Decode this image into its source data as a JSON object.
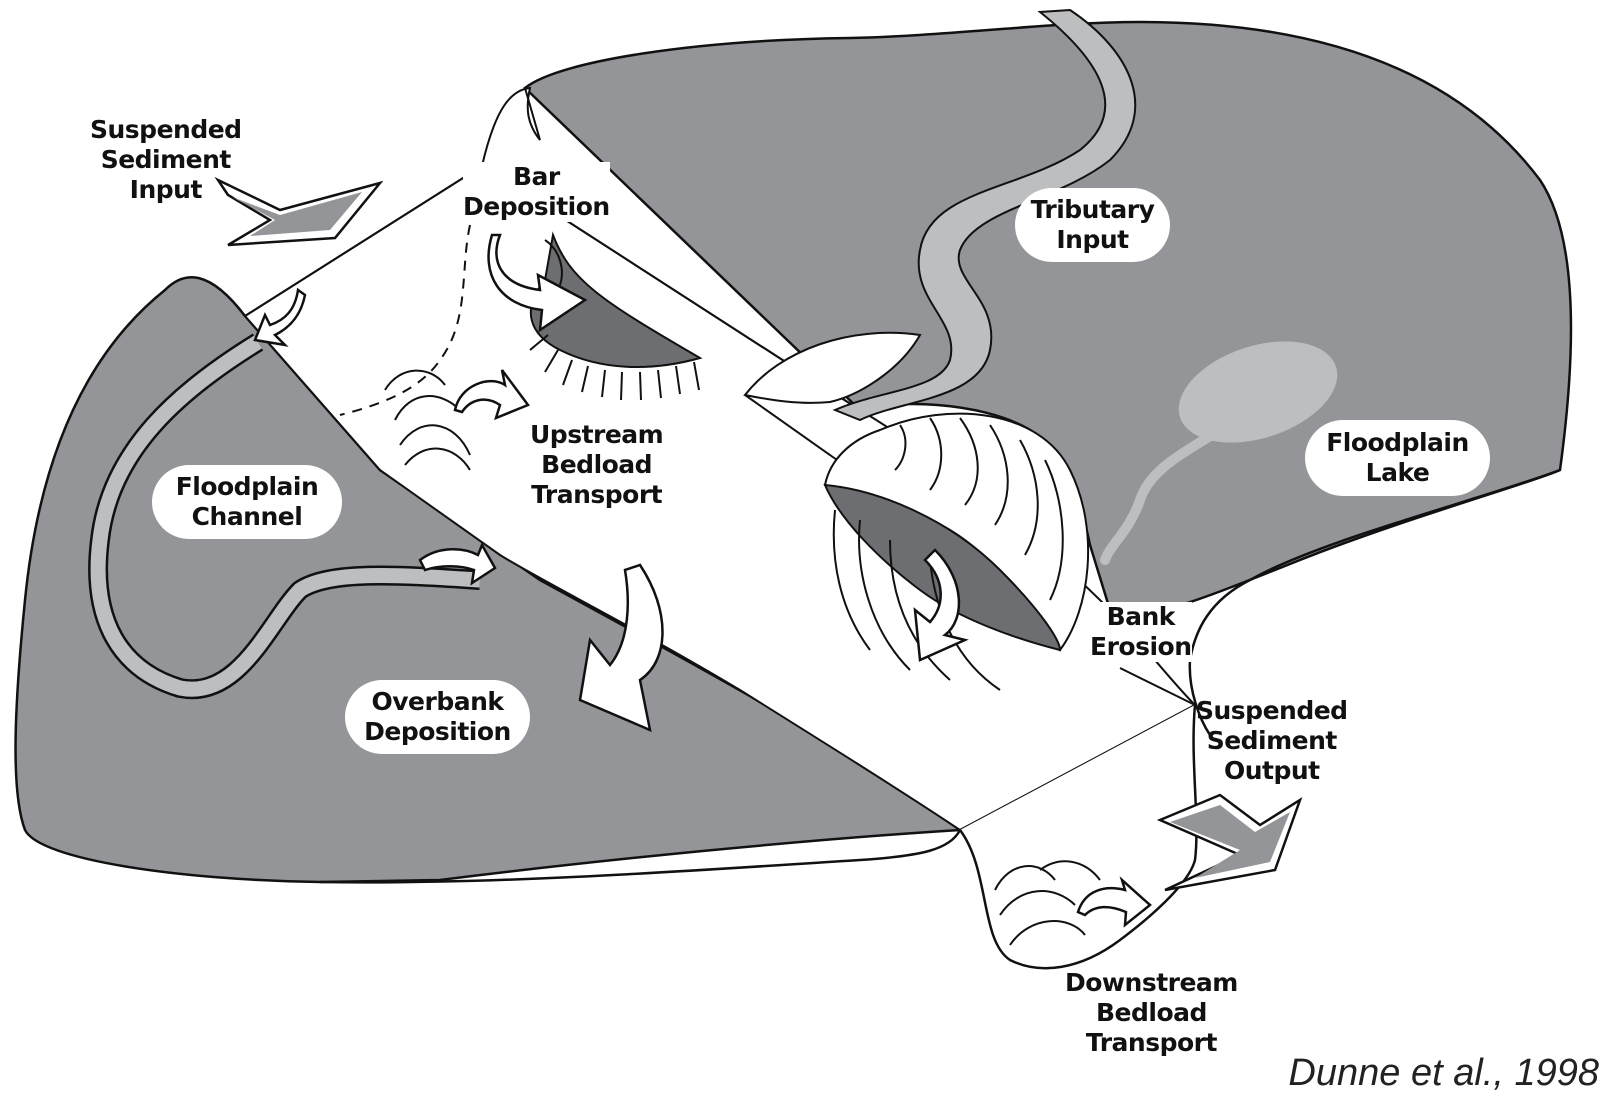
{
  "labels": {
    "suspended_input": [
      "Suspended",
      "Sediment",
      "Input"
    ],
    "bar_deposition": [
      "Bar",
      "Deposition"
    ],
    "upstream_bedload": [
      "Upstream",
      "Bedload",
      "Transport"
    ],
    "tributary_input": [
      "Tributary",
      "Input"
    ],
    "floodplain_lake": [
      "Floodplain",
      "Lake"
    ],
    "floodplain_channel": [
      "Floodplain",
      "Channel"
    ],
    "overbank_deposition": [
      "Overbank",
      "Deposition"
    ],
    "bank_erosion": [
      "Bank",
      "Erosion"
    ],
    "suspended_output": [
      "Suspended",
      "Sediment",
      "Output"
    ],
    "downstream_bedload": [
      "Downstream",
      "Bedload",
      "Transport"
    ]
  },
  "citation": "Dunne et al., 1998",
  "colors": {
    "floodplain": "#939598",
    "shadow": "#6d6e71",
    "tributary": "#bcbec0",
    "outline": "#111111",
    "channel": "#ffffff"
  }
}
